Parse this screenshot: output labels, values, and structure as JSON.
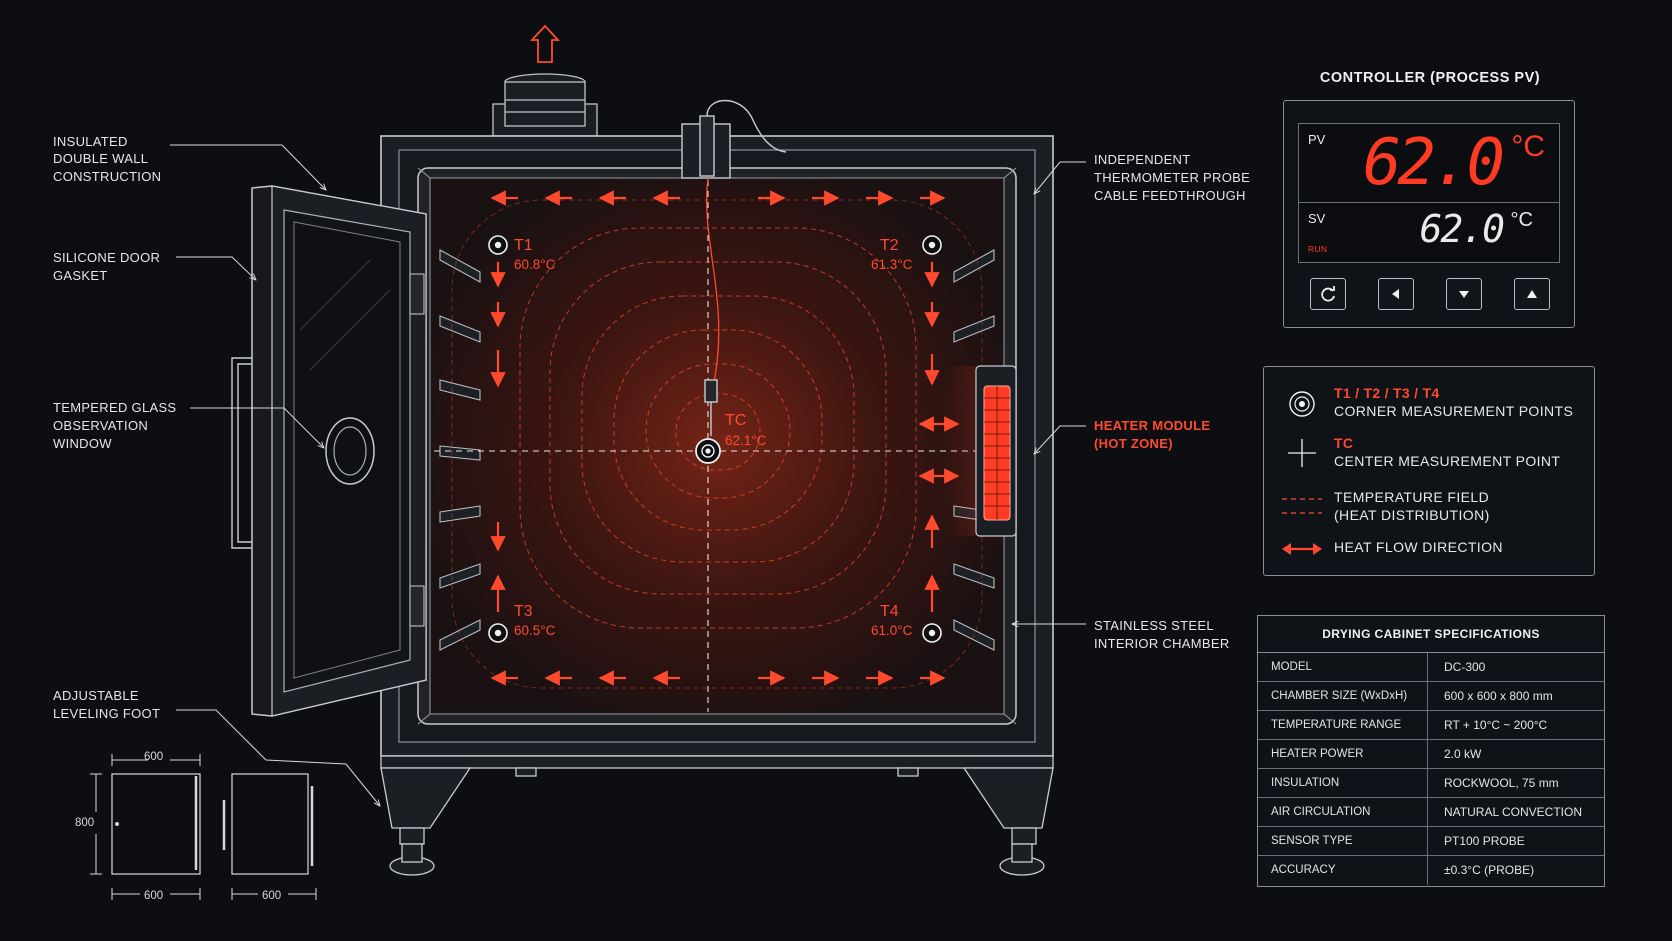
{
  "callouts": {
    "insulated": [
      "INSULATED",
      "DOUBLE WALL",
      "CONSTRUCTION"
    ],
    "gasket": [
      "SILICONE DOOR",
      "GASKET"
    ],
    "glass": [
      "TEMPERED GLASS",
      "OBSERVATION",
      "WINDOW"
    ],
    "foot": [
      "ADJUSTABLE",
      "LEVELING FOOT"
    ],
    "probe": [
      "INDEPENDENT",
      "THERMOMETER PROBE",
      "CABLE FEEDTHROUGH"
    ],
    "heater": [
      "HEATER MODULE",
      "(HOT ZONE)"
    ],
    "chamber": [
      "STAINLESS STEEL",
      "INTERIOR CHAMBER"
    ]
  },
  "points": [
    {
      "id": "T1",
      "label": "T1",
      "value": "60.8°C"
    },
    {
      "id": "T2",
      "label": "T2",
      "value": "61.3°C"
    },
    {
      "id": "T3",
      "label": "T3",
      "value": "60.5°C"
    },
    {
      "id": "T4",
      "label": "T4",
      "value": "61.0°C"
    },
    {
      "id": "TC",
      "label": "TC",
      "value": "62.1°C"
    }
  ],
  "dimensions": {
    "width_front": "600",
    "height": "800",
    "width_bottom": "600",
    "depth_bottom": "600"
  },
  "controller": {
    "title": "CONTROLLER (PROCESS PV)",
    "pv_label": "PV",
    "pv_value": "62.0",
    "unit": "°C",
    "sv_label": "SV",
    "sv_value": "62.0",
    "status": "RUN",
    "buttons": [
      {
        "name": "cycle",
        "icon": "refresh-icon"
      },
      {
        "name": "left",
        "icon": "left-arrow-icon"
      },
      {
        "name": "down",
        "icon": "down-arrow-icon"
      },
      {
        "name": "up",
        "icon": "up-arrow-icon"
      }
    ]
  },
  "legend": {
    "corner_title": "T1 / T2 / T3 / T4",
    "corner_desc": "CORNER MEASUREMENT POINTS",
    "center_title": "TC",
    "center_desc": "CENTER MEASUREMENT POINT",
    "field_line1": "TEMPERATURE FIELD",
    "field_line2": "(HEAT DISTRIBUTION)",
    "flow_desc": "HEAT FLOW DIRECTION"
  },
  "specs": {
    "title": "DRYING CABINET SPECIFICATIONS",
    "rows": [
      {
        "key": "MODEL",
        "value": "DC-300"
      },
      {
        "key": "CHAMBER SIZE (WxDxH)",
        "value": "600 x 600 x 800 mm"
      },
      {
        "key": "TEMPERATURE RANGE",
        "value": "RT + 10°C ~ 200°C"
      },
      {
        "key": "HEATER POWER",
        "value": "2.0 kW"
      },
      {
        "key": "INSULATION",
        "value": "ROCKWOOL, 75 mm"
      },
      {
        "key": "AIR CIRCULATION",
        "value": "NATURAL CONVECTION"
      },
      {
        "key": "SENSOR TYPE",
        "value": "PT100 PROBE"
      },
      {
        "key": "ACCURACY",
        "value": "±0.3°C (PROBE)"
      }
    ]
  },
  "colors": {
    "accent": "#ff4a2e",
    "background": "#0c0e12",
    "line": "#b8bcc3"
  }
}
